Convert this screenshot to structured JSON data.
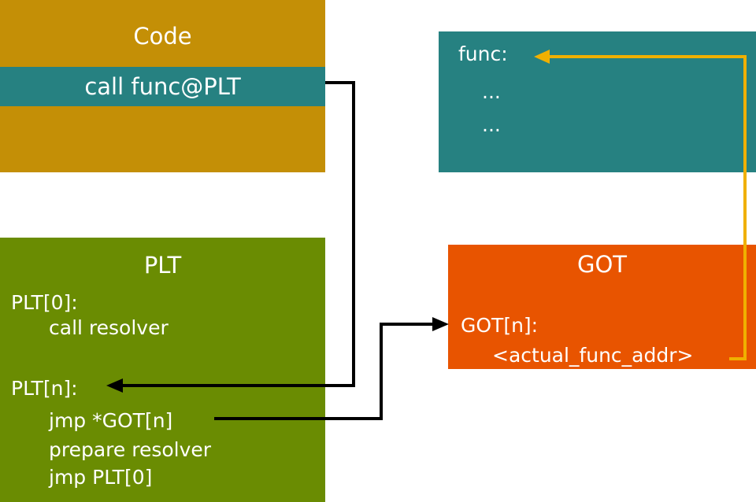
{
  "code": {
    "title": "Code",
    "call_line": "call func@PLT"
  },
  "plt": {
    "title": "PLT",
    "lines": [
      "PLT[0]:",
      "call resolver",
      "PLT[n]:",
      "jmp *GOT[n]",
      "prepare resolver",
      "jmp PLT[0]"
    ]
  },
  "func": {
    "lines": [
      "func:",
      "...",
      "..."
    ]
  },
  "got": {
    "title": "GOT",
    "lines": [
      "GOT[n]:",
      "<actual_func_addr>"
    ]
  },
  "colors": {
    "code_bg": "#c48f06",
    "call_bg": "#268181",
    "plt_bg": "#6a8c02",
    "func_bg": "#268181",
    "got_bg": "#e85400",
    "arrow_black": "#000000",
    "arrow_orange": "#f0b000"
  }
}
